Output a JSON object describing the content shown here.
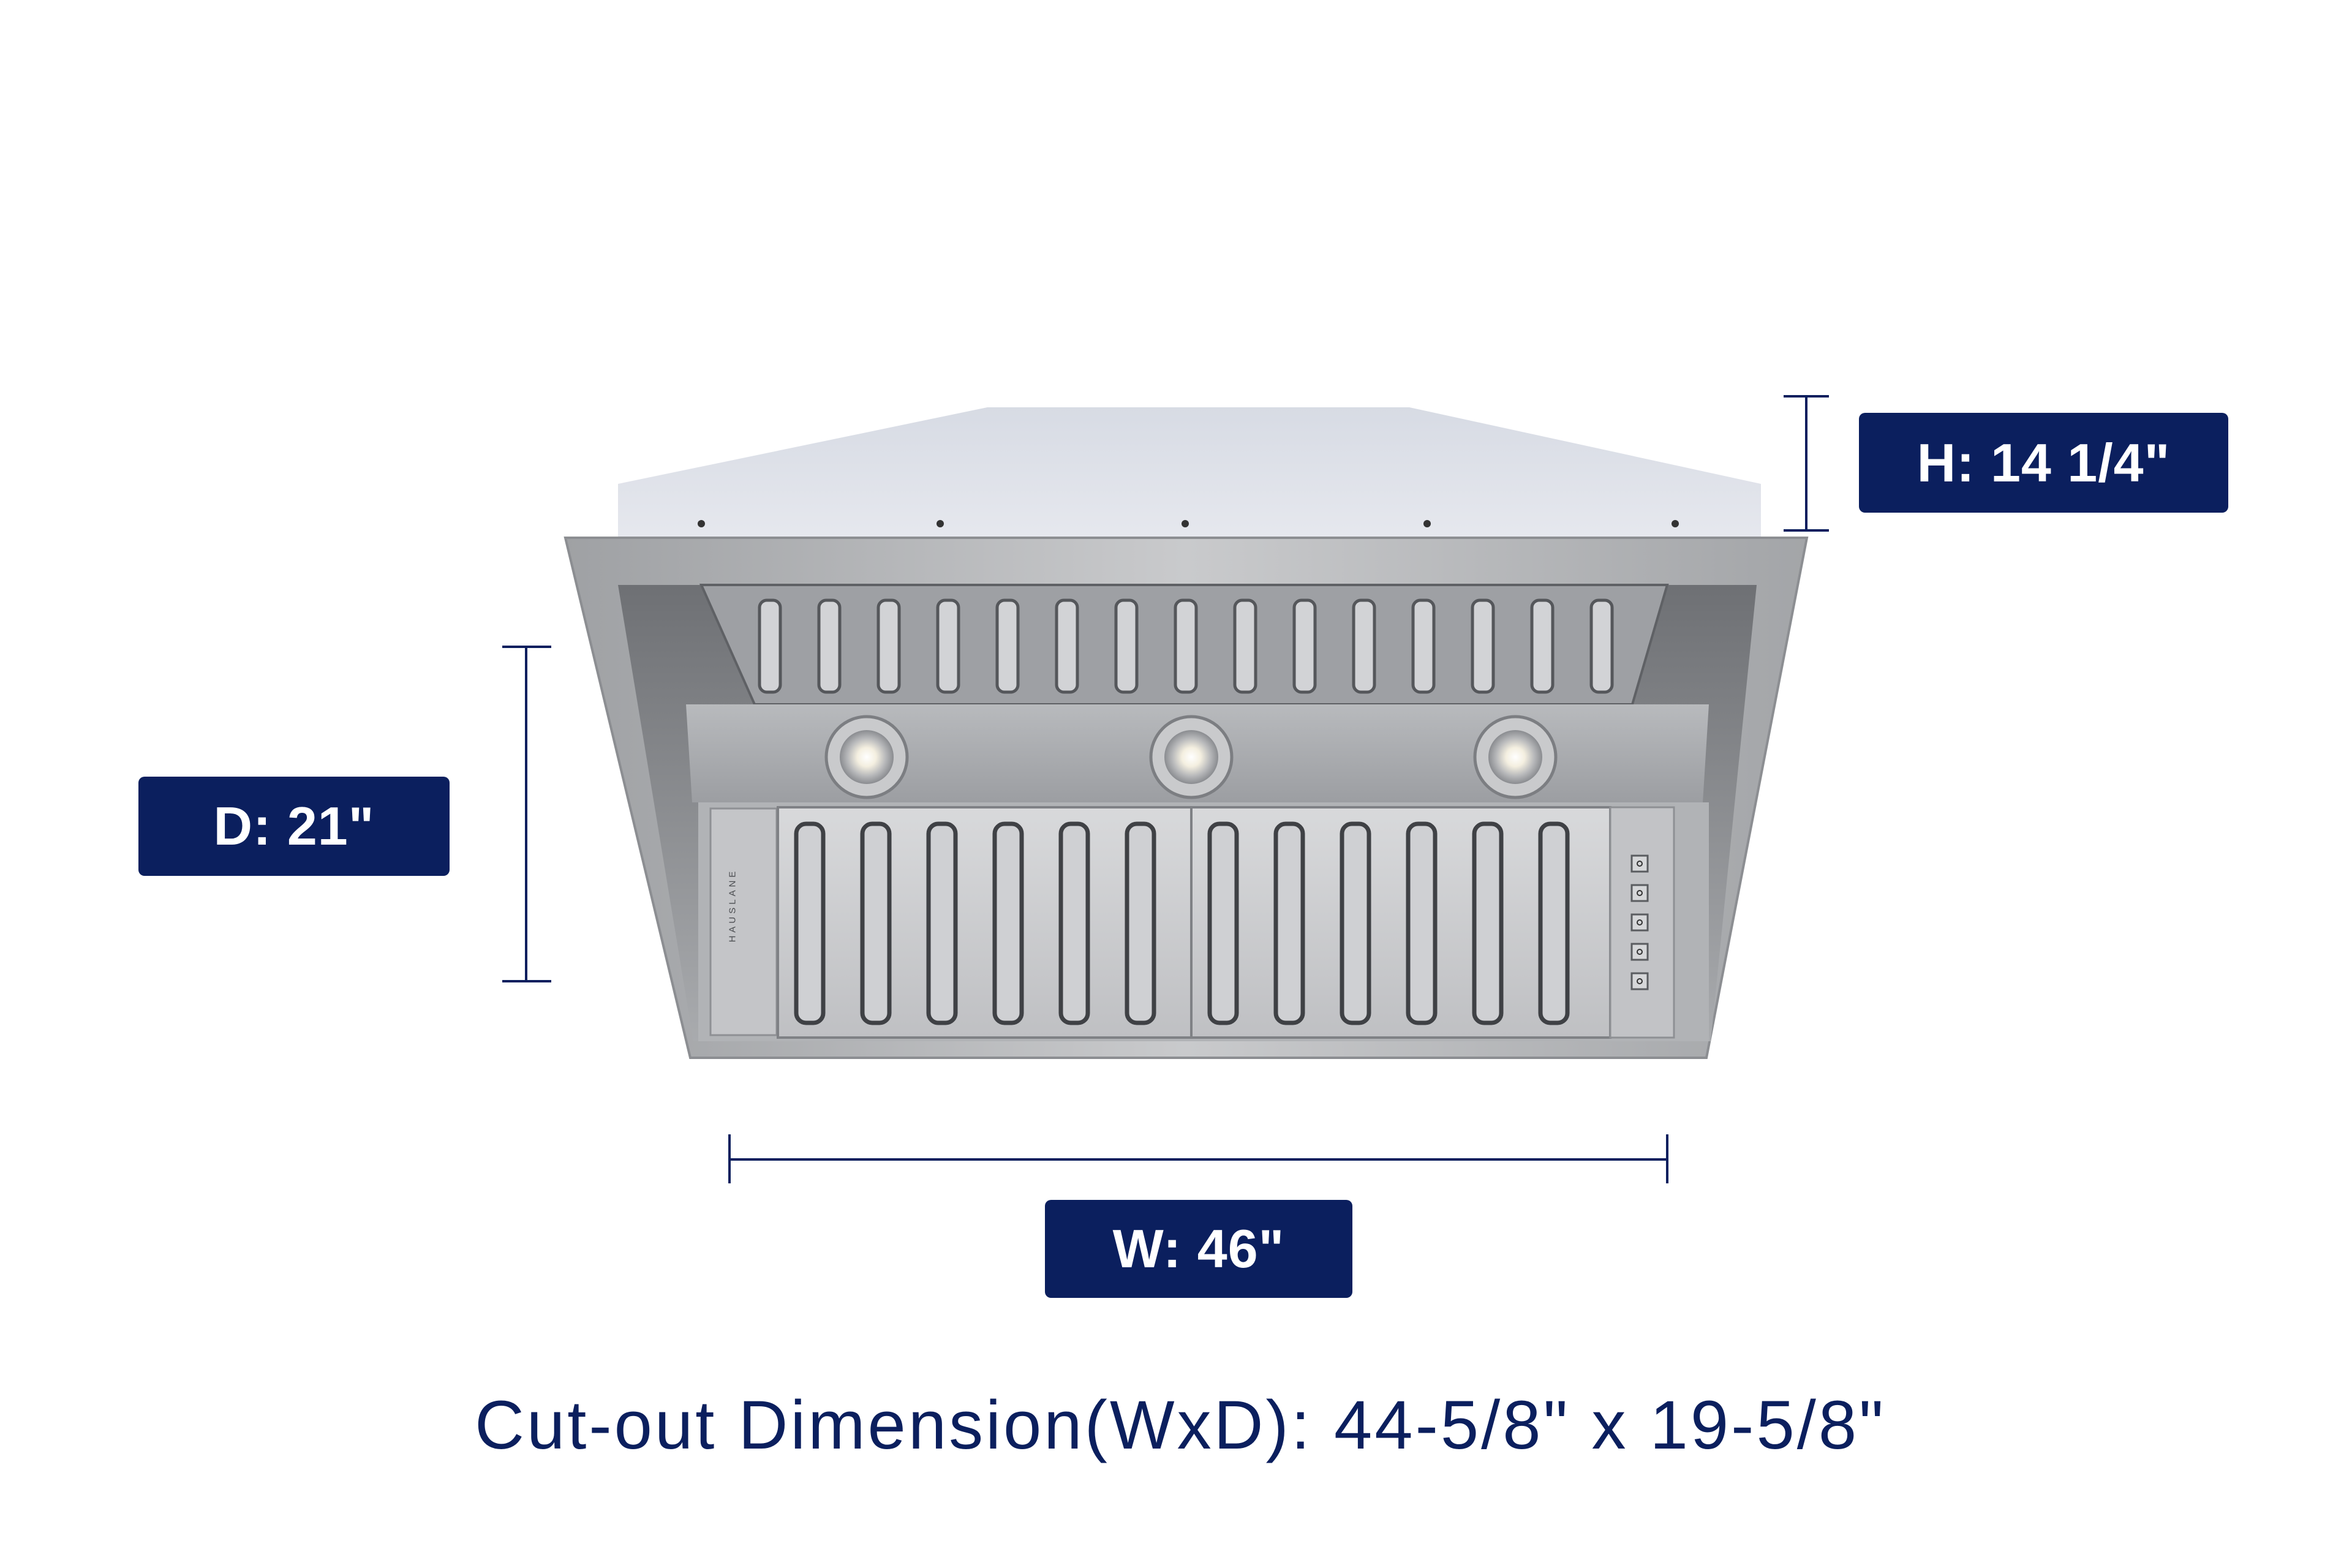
{
  "dimensions": {
    "height_label": "H: 14 1/4\"",
    "depth_label": "D: 21\"",
    "width_label": "W: 46\""
  },
  "caption": "Cut-out Dimension(WxD): 44-5/8\" x 19-5/8\"",
  "product": {
    "brand": "HAUSLANE",
    "light_count": 3,
    "control_buttons": [
      "power-icon",
      "fan-low-icon",
      "fan-medium-icon",
      "fan-high-icon",
      "light-icon"
    ]
  },
  "colors": {
    "accent": "#0b1f5e",
    "background": "#ffffff",
    "steel": "#b9bbbe"
  }
}
